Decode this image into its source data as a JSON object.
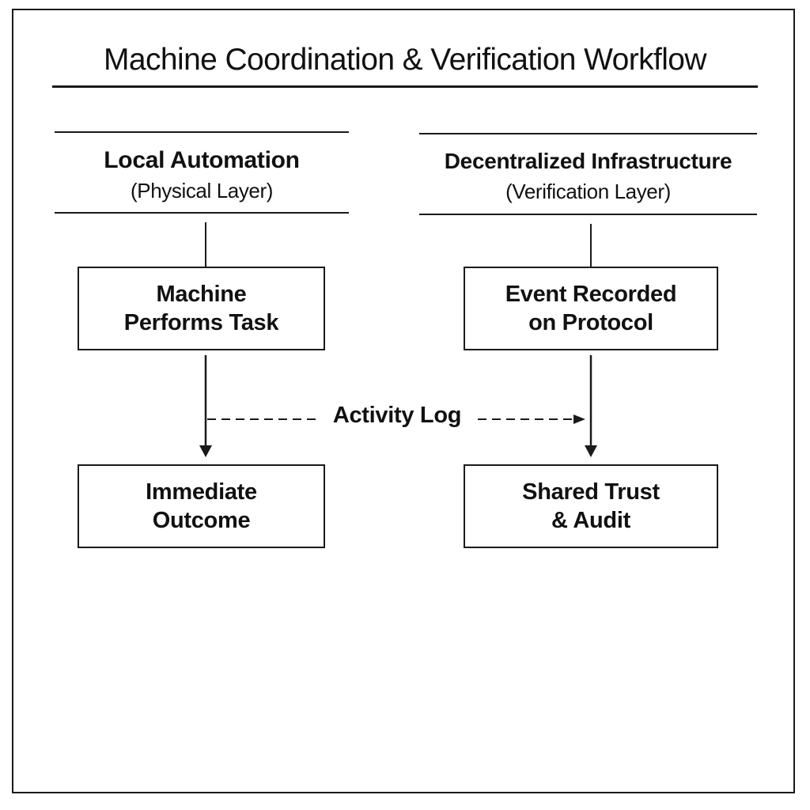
{
  "diagram": {
    "title": "Machine Coordination & Verification Workflow",
    "columns": [
      {
        "heading": "Local Automation",
        "subheading": "(Physical Layer)",
        "steps": [
          {
            "line1": "Machine",
            "line2": "Performs Task"
          },
          {
            "line1": "Immediate",
            "line2": "Outcome"
          }
        ]
      },
      {
        "heading": "Decentralized Infrastructure",
        "subheading": "(Verification Layer)",
        "steps": [
          {
            "line1": "Event Recorded",
            "line2": "on Protocol"
          },
          {
            "line1": "Shared Trust",
            "line2": "& Audit"
          }
        ]
      }
    ],
    "connector_label": "Activity Log"
  }
}
